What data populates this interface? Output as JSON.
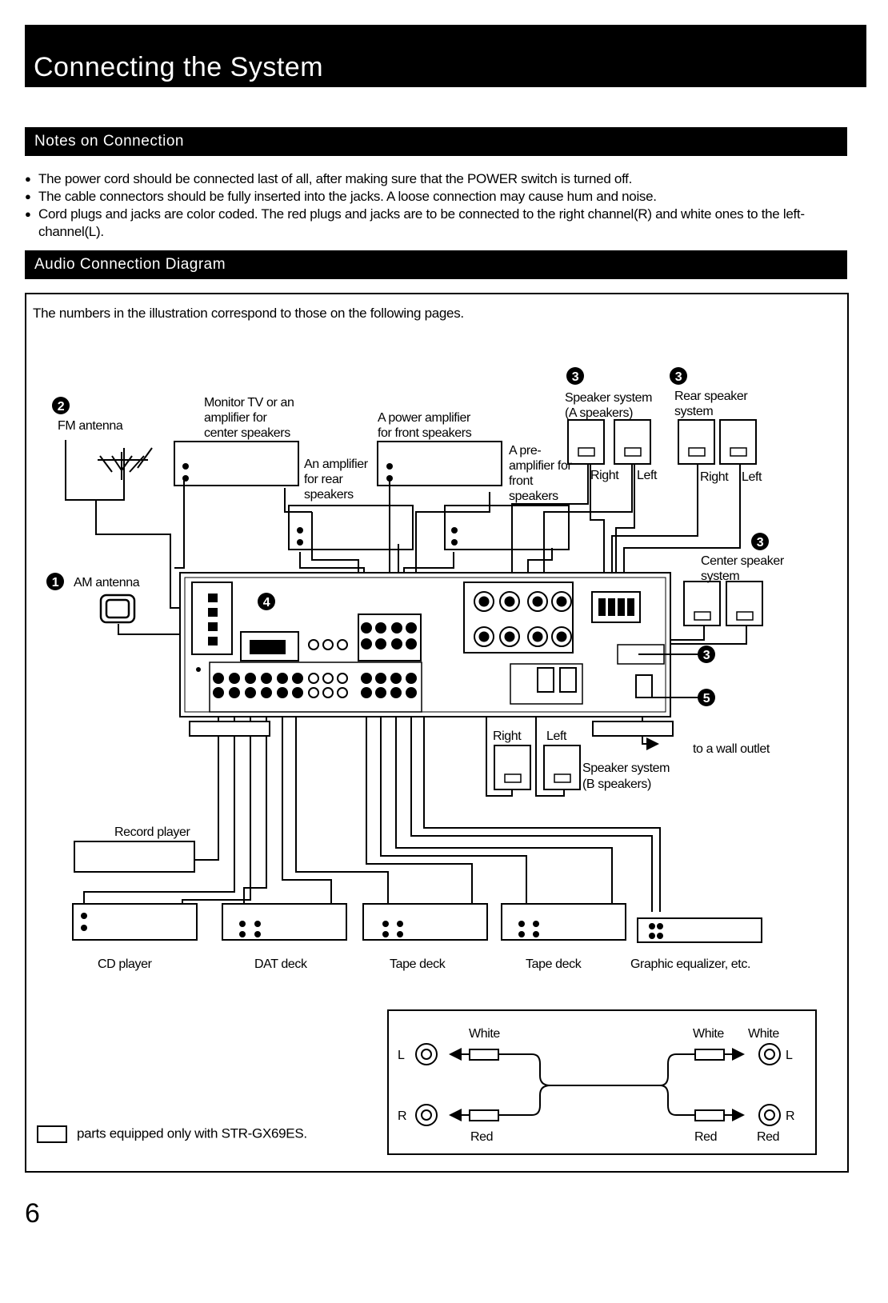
{
  "title": "Connecting the System",
  "sections": {
    "notes_heading": "Notes on Connection",
    "diagram_heading": "Audio Connection Diagram"
  },
  "notes": [
    "The power cord should be connected last of all, after making sure that the POWER switch is turned off.",
    "The cable connectors should be fully inserted into the jacks. A loose connection may cause hum and noise.",
    "Cord plugs and jacks are color coded. The red plugs and jacks are to be connected to the right channel(R) and white ones to the left-channel(L)."
  ],
  "diagram": {
    "intro": "The numbers in the illustration correspond to those on the following pages.",
    "labels": {
      "fm_antenna": "FM antenna",
      "am_antenna": "AM antenna",
      "monitor_tv_1": "Monitor TV or an",
      "monitor_tv_2": "amplifier for",
      "monitor_tv_3": "center speakers",
      "rear_amp_1": "An amplifier",
      "rear_amp_2": "for rear",
      "rear_amp_3": "speakers",
      "power_amp_1": "A power amplifier",
      "power_amp_2": "for front speakers",
      "preamp_1": "A pre-",
      "preamp_2": "amplifier for",
      "preamp_3": "front",
      "preamp_4": "speakers",
      "spk_a_1": "Speaker system",
      "spk_a_2": "(A speakers)",
      "rear_spk_1": "Rear speaker",
      "rear_spk_2": "system",
      "right": "Right",
      "left": "Left",
      "center_spk_1": "Center speaker",
      "center_spk_2": "system",
      "wall_outlet": "to a wall outlet",
      "spk_b_1": "Speaker system",
      "spk_b_2": "(B speakers)",
      "record_player": "Record player",
      "cd_player": "CD player",
      "dat_deck": "DAT deck",
      "tape_deck_1": "Tape deck",
      "tape_deck_2": "Tape deck",
      "graphic_eq": "Graphic equalizer, etc.",
      "white": "White",
      "red": "Red",
      "jack_l": "L",
      "jack_r": "R"
    },
    "numbers": {
      "n1": "1",
      "n2": "2",
      "n3": "3",
      "n4": "4",
      "n5": "5"
    },
    "legend": "parts equipped only with STR-GX69ES."
  },
  "page_number": "6"
}
